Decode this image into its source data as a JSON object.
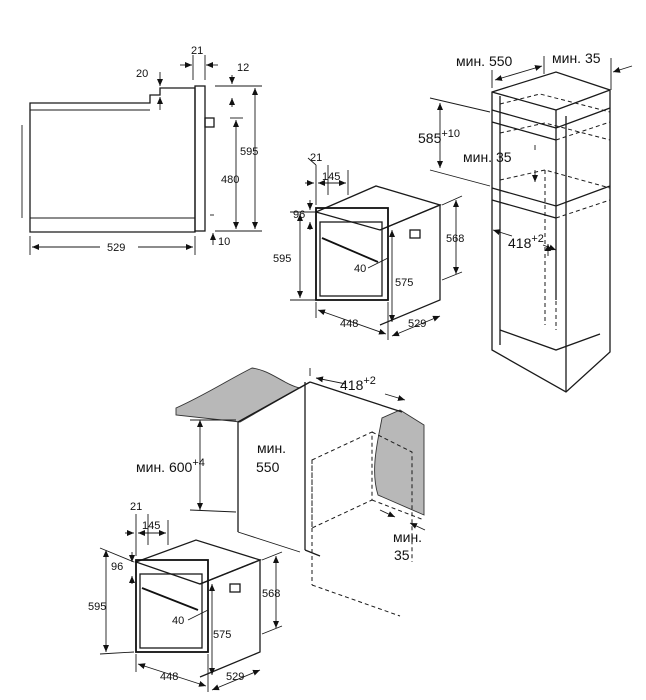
{
  "side_view": {
    "dim_21": "21",
    "dim_20": "20",
    "dim_12": "12",
    "dim_595": "595",
    "dim_480": "480",
    "dim_10": "10",
    "dim_529": "529"
  },
  "oven_top": {
    "dim_21": "21",
    "dim_145": "145",
    "dim_96": "96",
    "dim_595": "595",
    "dim_568": "568",
    "dim_40": "40",
    "dim_575": "575",
    "dim_448": "448",
    "dim_529": "529"
  },
  "tall_cabinet": {
    "min_550": "мин. 550",
    "min_35_top": "мин. 35",
    "dim_585": "585",
    "dim_585_tol": "+10",
    "min_35_mid": "мин. 35",
    "dim_418": "418",
    "dim_418_tol": "+2"
  },
  "under_counter": {
    "dim_418": "418",
    "dim_418_tol": "+2",
    "min_label": "мин.",
    "dim_550": "550",
    "min_600": "мин. 600",
    "min_600_tol": "+4",
    "min_35_label": "мин.",
    "dim_35": "35"
  },
  "oven_bottom": {
    "dim_21": "21",
    "dim_145": "145",
    "dim_96": "96",
    "dim_595": "595",
    "dim_568": "568",
    "dim_40": "40",
    "dim_575": "575",
    "dim_448": "448",
    "dim_529": "529"
  }
}
